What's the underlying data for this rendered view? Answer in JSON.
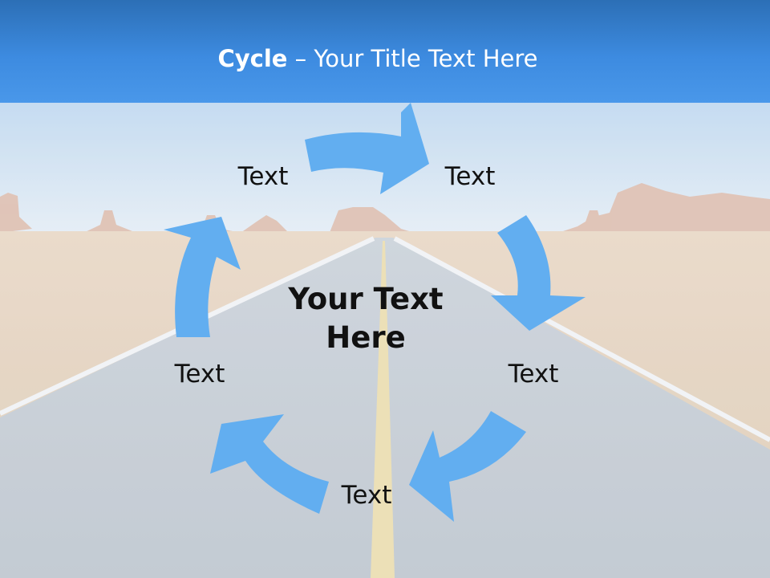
{
  "title": {
    "bold": "Cycle",
    "rest": " – Your Title Text Here"
  },
  "center_text": {
    "line1": "Your Text",
    "line2": "Here"
  },
  "steps": [
    {
      "label": "Text"
    },
    {
      "label": "Text"
    },
    {
      "label": "Text"
    },
    {
      "label": "Text"
    },
    {
      "label": "Text"
    }
  ],
  "colors": {
    "arrow": "#62aef0",
    "sky_top": "#2a6fb8",
    "title_text": "#ffffff",
    "label_text": "#111111"
  }
}
